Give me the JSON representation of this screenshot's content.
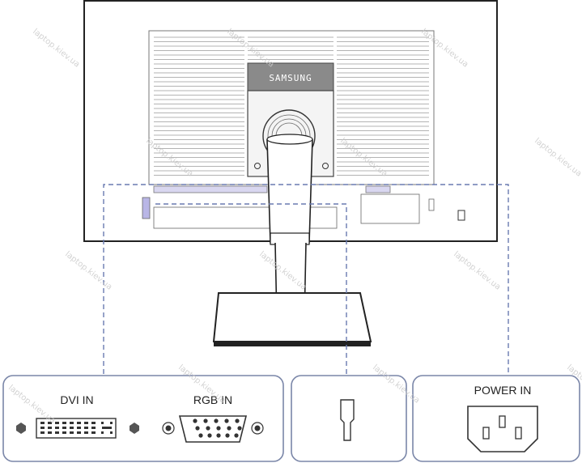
{
  "brand_logo": "SAMSUNG",
  "ports": {
    "dvi_label": "DVI IN",
    "rgb_label": "RGB IN",
    "power_label": "POWER IN"
  },
  "watermark": "laptop.kiev.ua",
  "colors": {
    "outline": "#222222",
    "panel_border": "#7a86a8",
    "dashed_line": "#6a7ab0",
    "vent": "#9a9a9a",
    "port_highlight": "#b9b6e6"
  }
}
